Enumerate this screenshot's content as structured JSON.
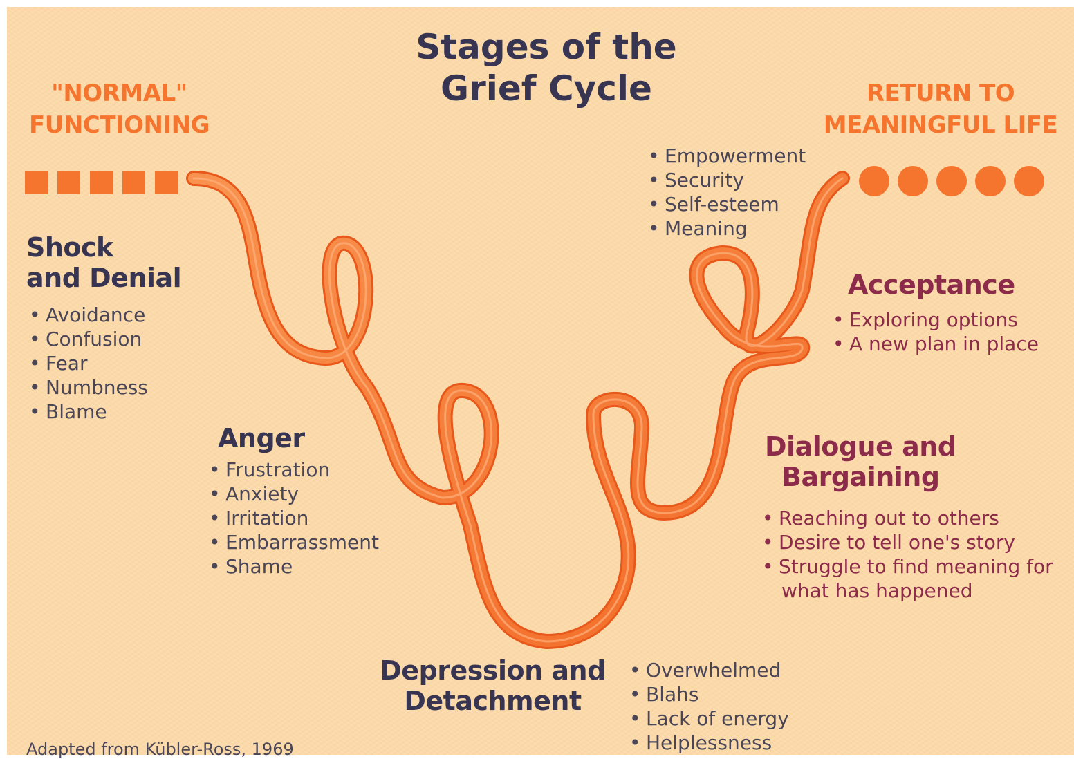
{
  "title": {
    "line1": "Stages of the",
    "line2": "Grief Cycle"
  },
  "start_label": {
    "line1": "\"NORMAL\"",
    "line2": "FUNCTIONING"
  },
  "end_label": {
    "line1": "RETURN TO",
    "line2": "MEANINGFUL LIFE"
  },
  "stages": {
    "shock": {
      "line1": "Shock",
      "line2": "and Denial",
      "items": [
        "Avoidance",
        "Confusion",
        "Fear",
        "Numbness",
        "Blame"
      ]
    },
    "anger": {
      "line1": "Anger",
      "items": [
        "Frustration",
        "Anxiety",
        "Irritation",
        "Embarrassment",
        "Shame"
      ]
    },
    "depression": {
      "line1": "Depression and",
      "line2": "Detachment",
      "items": [
        "Overwhelmed",
        "Blahs",
        "Lack of energy",
        "Helplessness"
      ]
    },
    "dialogue": {
      "line1": "Dialogue and",
      "line2": "Bargaining",
      "items": [
        "Reaching out to others",
        "Desire to tell one's story",
        "Struggle to find meaning for",
        "what has happened"
      ]
    },
    "acceptance": {
      "line1": "Acceptance",
      "items": [
        "Exploring options",
        "A new plan in place"
      ]
    },
    "meaning": {
      "items": [
        "Empowerment",
        "Security",
        "Self-esteem",
        "Meaning"
      ]
    }
  },
  "credit": "Adapted from Kübler-Ross, 1969",
  "colors": {
    "background": "#fbd9a8",
    "ribbon": "#f5752f",
    "title": "#373551",
    "maroon": "#8c2b4a"
  }
}
